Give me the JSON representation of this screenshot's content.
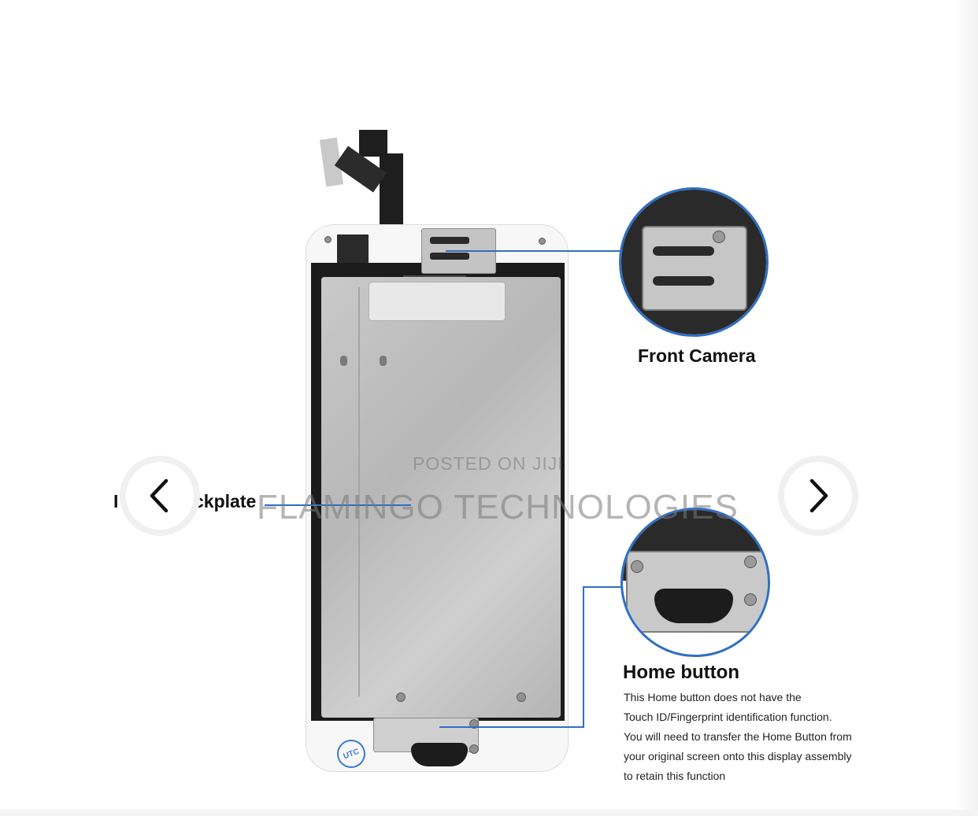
{
  "gallery": {
    "image_alt": "iPhone 6 LCD display assembly with labeled components",
    "labels": {
      "front_camera": "Front Camera",
      "backplate_partial": "ckplate",
      "backplate_leading": "I",
      "home_button": "Home button"
    },
    "home_button_description": [
      "This Home button does not have the",
      "Touch ID/Fingerprint identification function.",
      "You will need to transfer the Home Button from",
      "your original screen onto this display assembly",
      "to retain this function"
    ],
    "stamp_text": "UTC",
    "watermark": {
      "line1": "POSTED ON JIJI",
      "line2": "FLAMINGO TECHNOLOGIES"
    },
    "nav": {
      "prev_icon": "chevron-left",
      "next_icon": "chevron-right"
    },
    "accent_color": "#2f6fc4"
  }
}
